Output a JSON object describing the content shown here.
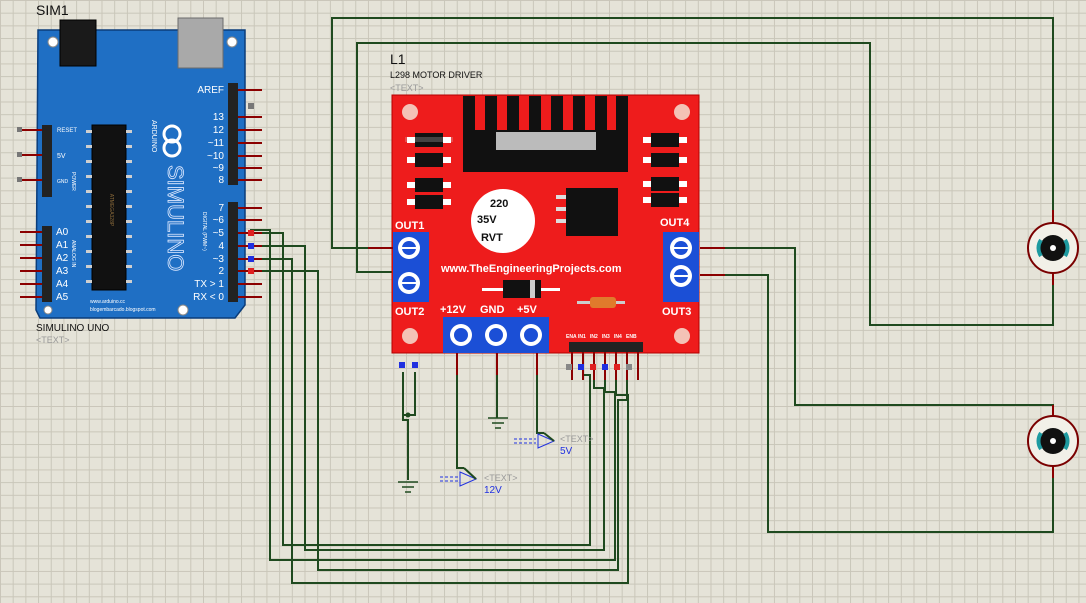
{
  "arduino": {
    "ref": "SIM1",
    "name": "SIMULINO UNO",
    "text_placeholder": "<TEXT>",
    "brand_vertical": "SIMULINO",
    "arduino_vertical": "ARDUINO",
    "url1": "www.arduino.cc",
    "url2": "blogembarcado.blogspot.com",
    "power_label": "POWER",
    "digital_label": "DIGITAL (PWM~)",
    "analog_label": "ANALOG IN",
    "left_pins": [
      "RESET",
      "5V",
      "GND"
    ],
    "analog_pins": [
      "A0",
      "A1",
      "A2",
      "A3",
      "A4",
      "A5"
    ],
    "right_top_pins": [
      "AREF",
      "13",
      "12",
      "~11",
      "~10",
      "~9",
      "8"
    ],
    "right_bottom_pins": [
      "7",
      "~6",
      "~5",
      "4",
      "~3",
      "2",
      "TX > 1",
      "RX < 0"
    ],
    "chip_label": "ATMEGA328P"
  },
  "driver": {
    "ref": "L1",
    "name": "L298 MOTOR DRIVER",
    "text_placeholder": "<TEXT>",
    "cap_lines": [
      "220",
      "35V",
      "RVT"
    ],
    "website": "www.TheEngineeringProjects.com",
    "out1": "OUT1",
    "out2": "OUT2",
    "out3": "OUT3",
    "out4": "OUT4",
    "power_terminals": [
      "+12V",
      "GND",
      "+5V"
    ],
    "control_pins": [
      "ENA",
      "IN1",
      "IN2",
      "IN3",
      "IN4",
      "ENB"
    ]
  },
  "terminals": {
    "v12": "12V",
    "v5": "5V",
    "text_placeholder": "<TEXT>"
  },
  "colors": {
    "wire": "#1f4a1f",
    "board": "#1f6fc4",
    "driver": "#ee1c1c",
    "terminal_block": "#1b4fd6",
    "motor_teal": "#1e9aa0"
  }
}
